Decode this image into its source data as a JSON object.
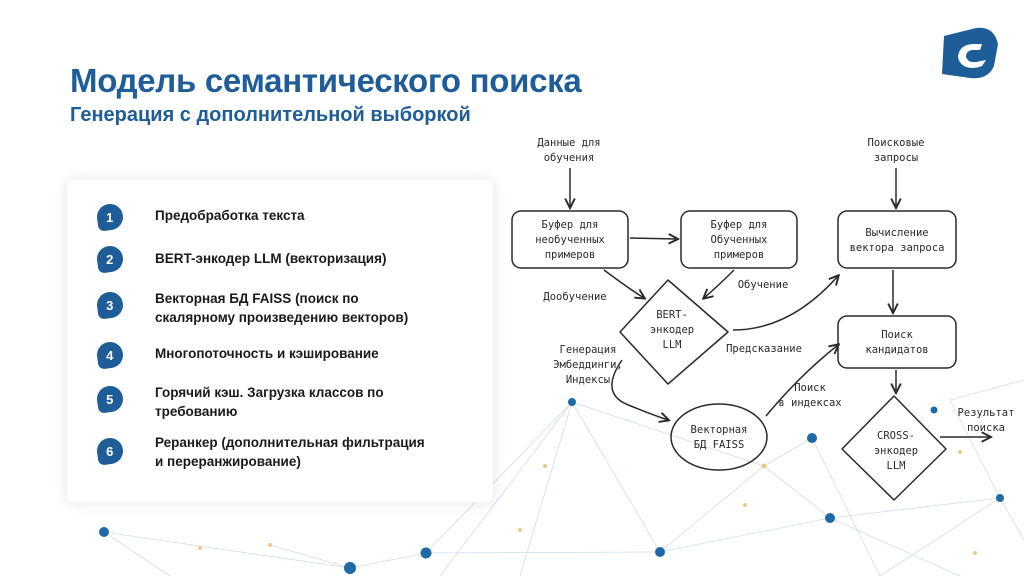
{
  "header": {
    "title": "Модель семантического поиска",
    "subtitle": "Генерация с дополнительной выборкой"
  },
  "steps": [
    {
      "num": "1",
      "text": "Предобработка  текста"
    },
    {
      "num": "2",
      "text": "BERT-энкодер  LLM (векторизация)"
    },
    {
      "num": "3",
      "text": "Векторная  БД FAISS (поиск по\nскалярному произведению векторов)"
    },
    {
      "num": "4",
      "text": "Многопоточность  и кэширование"
    },
    {
      "num": "5",
      "text": "Горячий кэш. Загрузка классов по\nтребованию"
    },
    {
      "num": "6",
      "text": "Реранкер (дополнительная фильтрация\nи переранжирование)"
    }
  ],
  "diagram": {
    "training_data": [
      "Данные для",
      "обучения"
    ],
    "search_queries": [
      "Поисковые",
      "запросы"
    ],
    "buffer_untrained": [
      "Буфер для",
      "необученных",
      "примеров"
    ],
    "buffer_trained": [
      "Буфер для",
      "Обученных",
      "примеров"
    ],
    "query_vector": [
      "Вычисление",
      "вектора запроса"
    ],
    "bert": [
      "BERT-",
      "энкодер",
      "LLM"
    ],
    "candidates": [
      "Поиск",
      "кандидатов"
    ],
    "faiss": [
      "Векторная",
      "БД FAISS"
    ],
    "cross": [
      "CROSS-",
      "энкодер",
      "LLM"
    ],
    "label_finetune": "Дообучение",
    "label_training": "Обучение",
    "label_prediction": "Предсказание",
    "label_generation": [
      "Генерация",
      "Эмбеддинги,",
      "Индексы"
    ],
    "label_index_search": [
      "Поиск",
      "в индексах"
    ],
    "label_result": [
      "Результат",
      "поиска"
    ]
  },
  "colors": {
    "brand": "#1f5d99",
    "node_dot": "#1f6aa5",
    "stroke": "#2a2a2a"
  }
}
